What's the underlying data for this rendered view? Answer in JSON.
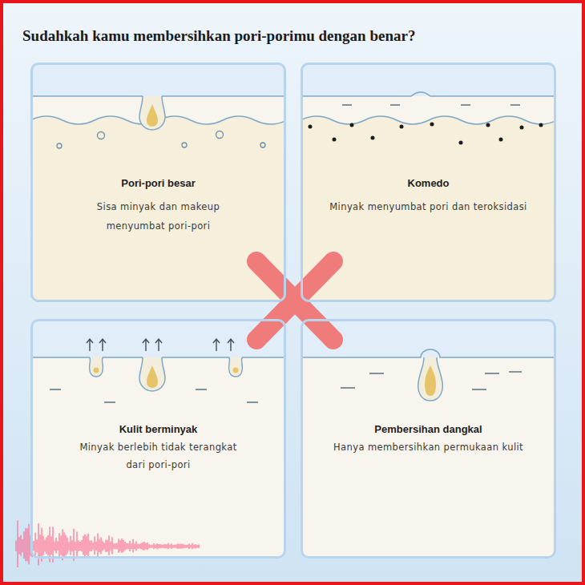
{
  "diagram": {
    "title": "Sudahkah kamu membersihkan pori-porimu dengan benar?",
    "nodes": [
      {
        "text": [
          "Pori-pori besar",
          "Sisa minyak dan makeup menyumbat pori-pori"
        ]
      },
      {
        "text": [
          "Komedo",
          "Minyak menyumbat pori dan teroksidasi"
        ]
      },
      {
        "text": [
          "Kulit berminyak",
          "Minyak berlebih tidak terangkat dari pori-pori"
        ]
      },
      {
        "text": [
          "Pembersihan dangkal",
          "Hanya membersihkan permukaan kulit"
        ]
      }
    ]
  }
}
